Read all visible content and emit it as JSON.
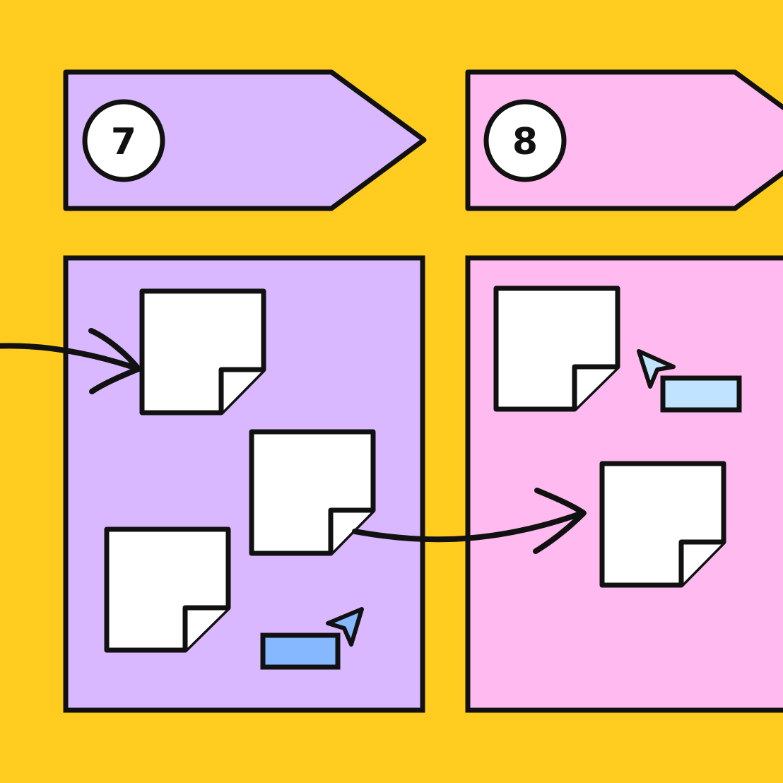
{
  "colors": {
    "background": "#FFCC1F",
    "stage_7": "#D9B8FF",
    "stage_8": "#FFBBF0",
    "note": "#FFFFFF",
    "outline": "#111111",
    "cursor_label_dark": "#85B8FF",
    "cursor_label_light": "#C0E4FF"
  },
  "stages": [
    {
      "number": "7",
      "color_key": "stage_7"
    },
    {
      "number": "8",
      "color_key": "stage_8"
    }
  ],
  "icons": {
    "note": "sticky-note-icon",
    "cursor": "cursor-pointer-icon",
    "arrow": "connector-arrow"
  }
}
